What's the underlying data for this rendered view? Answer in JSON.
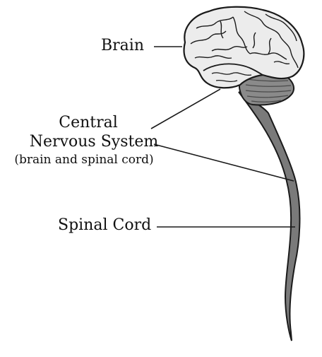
{
  "labels": {
    "brain": "Brain",
    "cns_line1": "Central",
    "cns_line2": "Nervous System",
    "cns_sub": "(brain and spinal cord)",
    "spinal_cord": "Spinal Cord"
  },
  "colors": {
    "brain_fill": "#ececec",
    "cerebellum_fill": "#8a8a8a",
    "spinal_fill": "#7a7a7a",
    "outline": "#1a1a1a"
  }
}
